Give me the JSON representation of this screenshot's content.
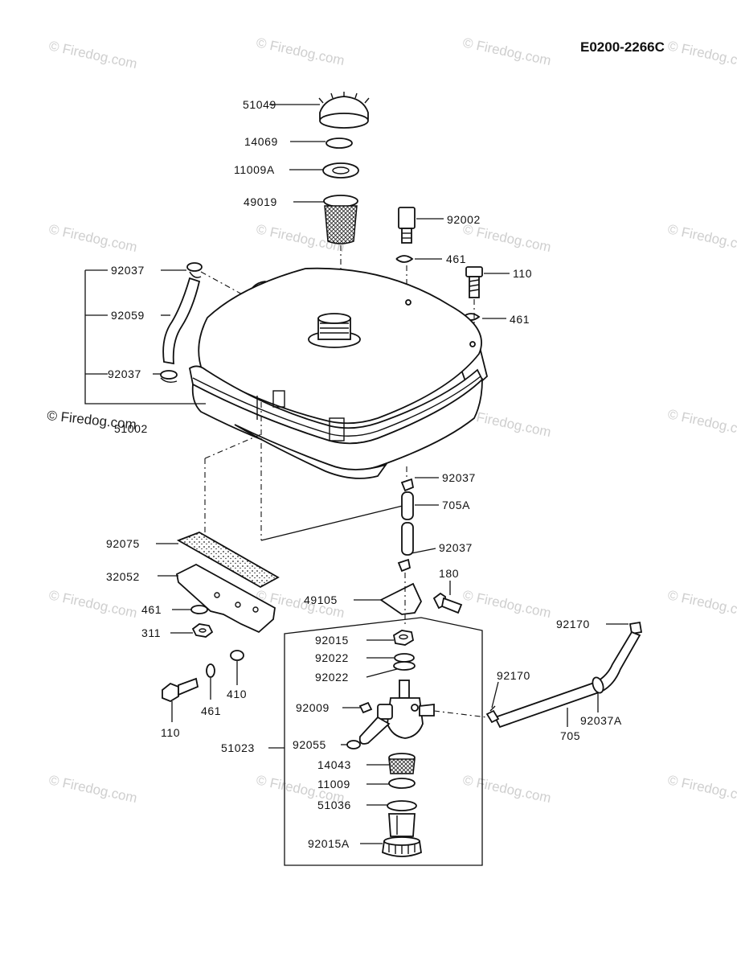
{
  "diagram_code": "E0200-2266C",
  "watermark": "© Firedog.com",
  "parts": {
    "cap": "51049",
    "cap_gasket": "14069",
    "cap_seal": "11009A",
    "filter_screen": "49019",
    "fitting_top": "92002",
    "washer_top": "461",
    "bolt_top": "110",
    "washer_right": "461",
    "clamp_a": "92037",
    "hose_breather": "92059",
    "clamp_b": "92037",
    "fuel_tank": "51002",
    "clamp_c": "92037",
    "hose_fuel": "705A",
    "clamp_d": "92037",
    "pad": "92075",
    "bracket": "32052",
    "washer_bracket": "461",
    "nut_bracket": "311",
    "washer_410": "410",
    "washer_bottom": "461",
    "bolt_bottom": "110",
    "cock_bracket": "49105",
    "bolt_180": "180",
    "nut_cock": "92015",
    "washer_cock_1": "92022",
    "washer_cock_2": "92022",
    "screw_cock": "92009",
    "oring_cock": "92055",
    "strainer": "14043",
    "gasket_cock": "11009",
    "cup_gasket": "51036",
    "cup_nut": "92015A",
    "fuel_cock_assy": "51023",
    "clip_pipe_end": "92170",
    "clip_pipe": "92170",
    "clamp_pipe": "92037A",
    "pipe": "705"
  }
}
